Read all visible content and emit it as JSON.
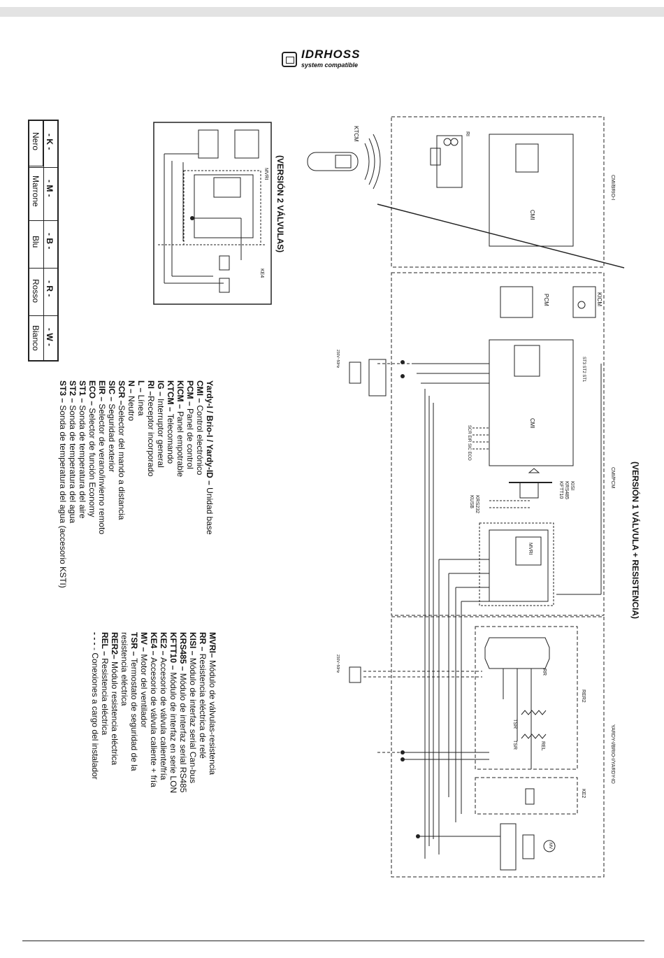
{
  "logo": {
    "brand": "IDRHOSS",
    "tagline": "system compatible"
  },
  "color_table": [
    {
      "code": "- K -",
      "name": "Nero"
    },
    {
      "code": "- M -",
      "name": "Marrone"
    },
    {
      "code": "- B -",
      "name": "Blu"
    },
    {
      "code": "- R -",
      "name": "Rosso"
    },
    {
      "code": "- W -",
      "name": "Bianco"
    }
  ],
  "titles": {
    "version_2": "(VERSIÓN 2 VÁLVULAS)",
    "version_1": "(VERSIÓN 1 VÁLVULA + RESISTENCIA)"
  },
  "legend_left": [
    {
      "abbr": "Yardy-I / Brio-I / Yardy-ID –",
      "text": " Unidad base"
    },
    {
      "abbr": "CMI –",
      "text": " Control electrónico"
    },
    {
      "abbr": "PCM –",
      "text": " Panel de control"
    },
    {
      "abbr": "KICM –",
      "text": " Panel empotrable"
    },
    {
      "abbr": "KTCM –",
      "text": " Telecomando"
    },
    {
      "abbr": "IG –",
      "text": " Interruptor general"
    },
    {
      "abbr": "RI –",
      "text": "Receptor incorporado"
    },
    {
      "abbr": "L –",
      "text": " Línea"
    },
    {
      "abbr": "N –",
      "text": " Neutro"
    },
    {
      "abbr": "SCR –",
      "text": "Selector del mando a distancia"
    },
    {
      "abbr": "SIC –",
      "text": " Seguridad exterior"
    },
    {
      "abbr": "EIR –",
      "text": " Selector de verano/invierno remoto"
    },
    {
      "abbr": "ECO –",
      "text": " Selector de función Economy"
    },
    {
      "abbr": "ST1 –",
      "text": " Sonda de temperatura del aire"
    },
    {
      "abbr": "ST2 –",
      "text": " Sonda de temperatura del agua"
    },
    {
      "abbr": "ST3 –",
      "text": " Sonda de temperatura del agua (accesorio KSTI)"
    }
  ],
  "legend_right": [
    {
      "abbr": "MVRI–",
      "text": " Módulo de válvulas-resistencia"
    },
    {
      "abbr": "RR –",
      "text": " Resistencia eléctrica de relé"
    },
    {
      "abbr": "KISI –",
      "text": " Módulo de interfaz serial Can-bus"
    },
    {
      "abbr": "KRS485 –",
      "text": " Módulo de interfaz serial RS485"
    },
    {
      "abbr": "KFTT10 –",
      "text": " Módulo de interfaz en serie LON"
    },
    {
      "abbr": "KE2 –",
      "text": " Accesorio de válvula caliente/fría"
    },
    {
      "abbr": "KE4 –",
      "text": " Accesorio de válvula caliente + fría"
    },
    {
      "abbr": "MV –",
      "text": " Motor del ventilador"
    },
    {
      "abbr": "TSR –",
      "text": " Termostato de seguridad de la"
    },
    {
      "abbr": "",
      "text": "resistencia eléctrica"
    },
    {
      "abbr": "RER2–",
      "text": " Módulo resistencia eléctrica"
    },
    {
      "abbr": "REL –",
      "text": " Resistencia eléctrica"
    },
    {
      "abbr": "- - -",
      "text": " - Conexiones a cargo del instalador"
    }
  ],
  "diagram_labels": {
    "cmi_bri": "CMI/BRIO-I",
    "cmi_pcm": "CMI/PCM",
    "yardy": "YARDY-I/BRIO-I/YARDY-ID",
    "ktcm": "KTCM",
    "ri": "RI",
    "cmi": "CMI",
    "cmi2": "CMI",
    "pcm": "PCM",
    "kicm": "KICM",
    "mvri_top": "MVRI",
    "mvri_bottom": "MVRI",
    "ke4": "KE4",
    "kisi": "KISI",
    "krs485": "KRS485",
    "kftt10": "KFTT10",
    "krs232": "KRS232",
    "kusb": "KUSB",
    "rr": "RR",
    "rer2": "RER2",
    "tsr1": "TSR",
    "tsr2": "TSR",
    "rel": "REL",
    "ke2": "KE2",
    "mv": "MV",
    "scr_row": "SCR EIR SIC ECO",
    "st_row": "ST3 ST2 ST1",
    "supply1": "230V~50Hz",
    "supply2": "230V~50Hz"
  }
}
